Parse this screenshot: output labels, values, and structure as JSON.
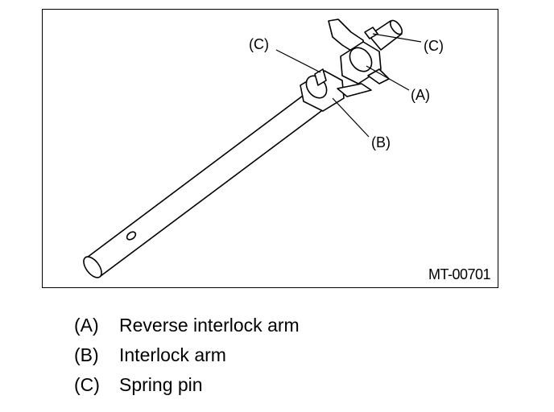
{
  "figure": {
    "id": "MT-00701",
    "callouts": {
      "c_left": "(C)",
      "c_right": "(C)",
      "a": "(A)",
      "b": "(B)"
    }
  },
  "legend": [
    {
      "key": "(A)",
      "label": "Reverse interlock arm"
    },
    {
      "key": "(B)",
      "label": "Interlock arm"
    },
    {
      "key": "(C)",
      "label": "Spring pin"
    }
  ]
}
